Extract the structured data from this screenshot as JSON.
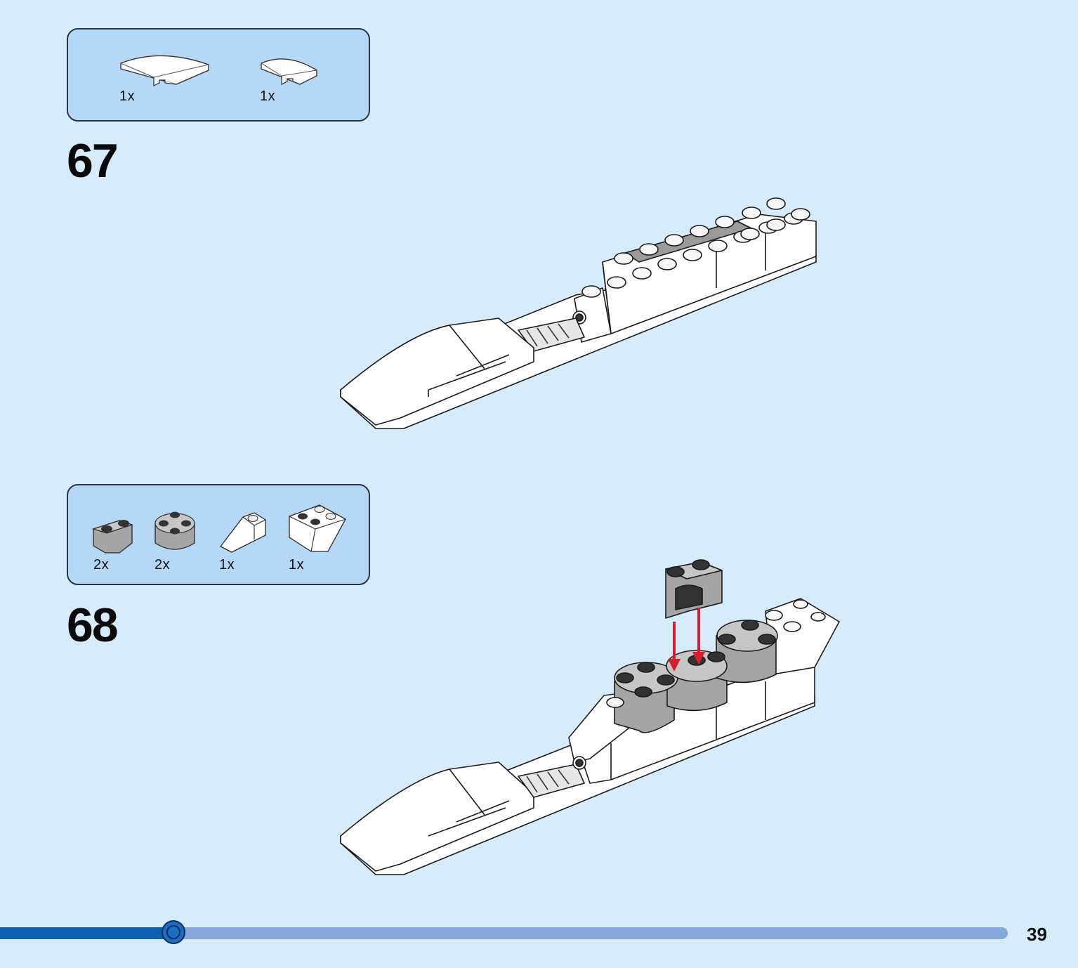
{
  "steps": [
    {
      "number": "67",
      "parts": [
        {
          "icon": "curved-slope-long-icon",
          "qty": "1x"
        },
        {
          "icon": "curved-slope-short-icon",
          "qty": "1x"
        }
      ]
    },
    {
      "number": "68",
      "parts": [
        {
          "icon": "round-brick-half-icon",
          "qty": "2x"
        },
        {
          "icon": "round-brick-2x2-icon",
          "qty": "2x"
        },
        {
          "icon": "slope-brick-icon",
          "qty": "1x"
        },
        {
          "icon": "inverted-slope-brick-icon",
          "qty": "1x"
        }
      ]
    }
  ],
  "progress": {
    "percent": 17.2
  },
  "page_number": "39",
  "colors": {
    "background": "#d6ecfc",
    "parts_box": "#b4d8f6",
    "progress_fill": "#0d61b1",
    "progress_track": "#87a8dc",
    "arrow": "#d4202c"
  }
}
